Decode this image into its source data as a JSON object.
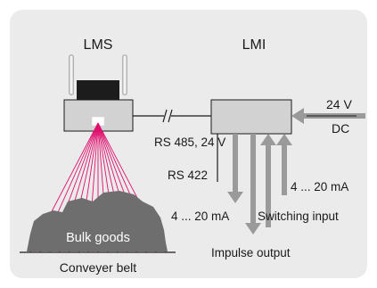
{
  "labels": {
    "lms": "LMS",
    "lmi": "LMI",
    "supply_voltage": "24 V",
    "supply_type": "DC",
    "rs485": "RS 485, 24 V",
    "rs422": "RS 422",
    "current_out_left": "4 ... 20 mA",
    "current_in_right": "4 ... 20 mA",
    "switching_input": "Switching input",
    "impulse_output": "Impulse output",
    "bulk_goods": "Bulk goods",
    "conveyer_belt": "Conveyer belt"
  },
  "colors": {
    "background": "#ebebeb",
    "laser_beams": "#e0106f",
    "box_fill": "#d2d2d2",
    "arrow_fill": "#9a9a9a",
    "bulk_fill": "#6e6e6e"
  }
}
